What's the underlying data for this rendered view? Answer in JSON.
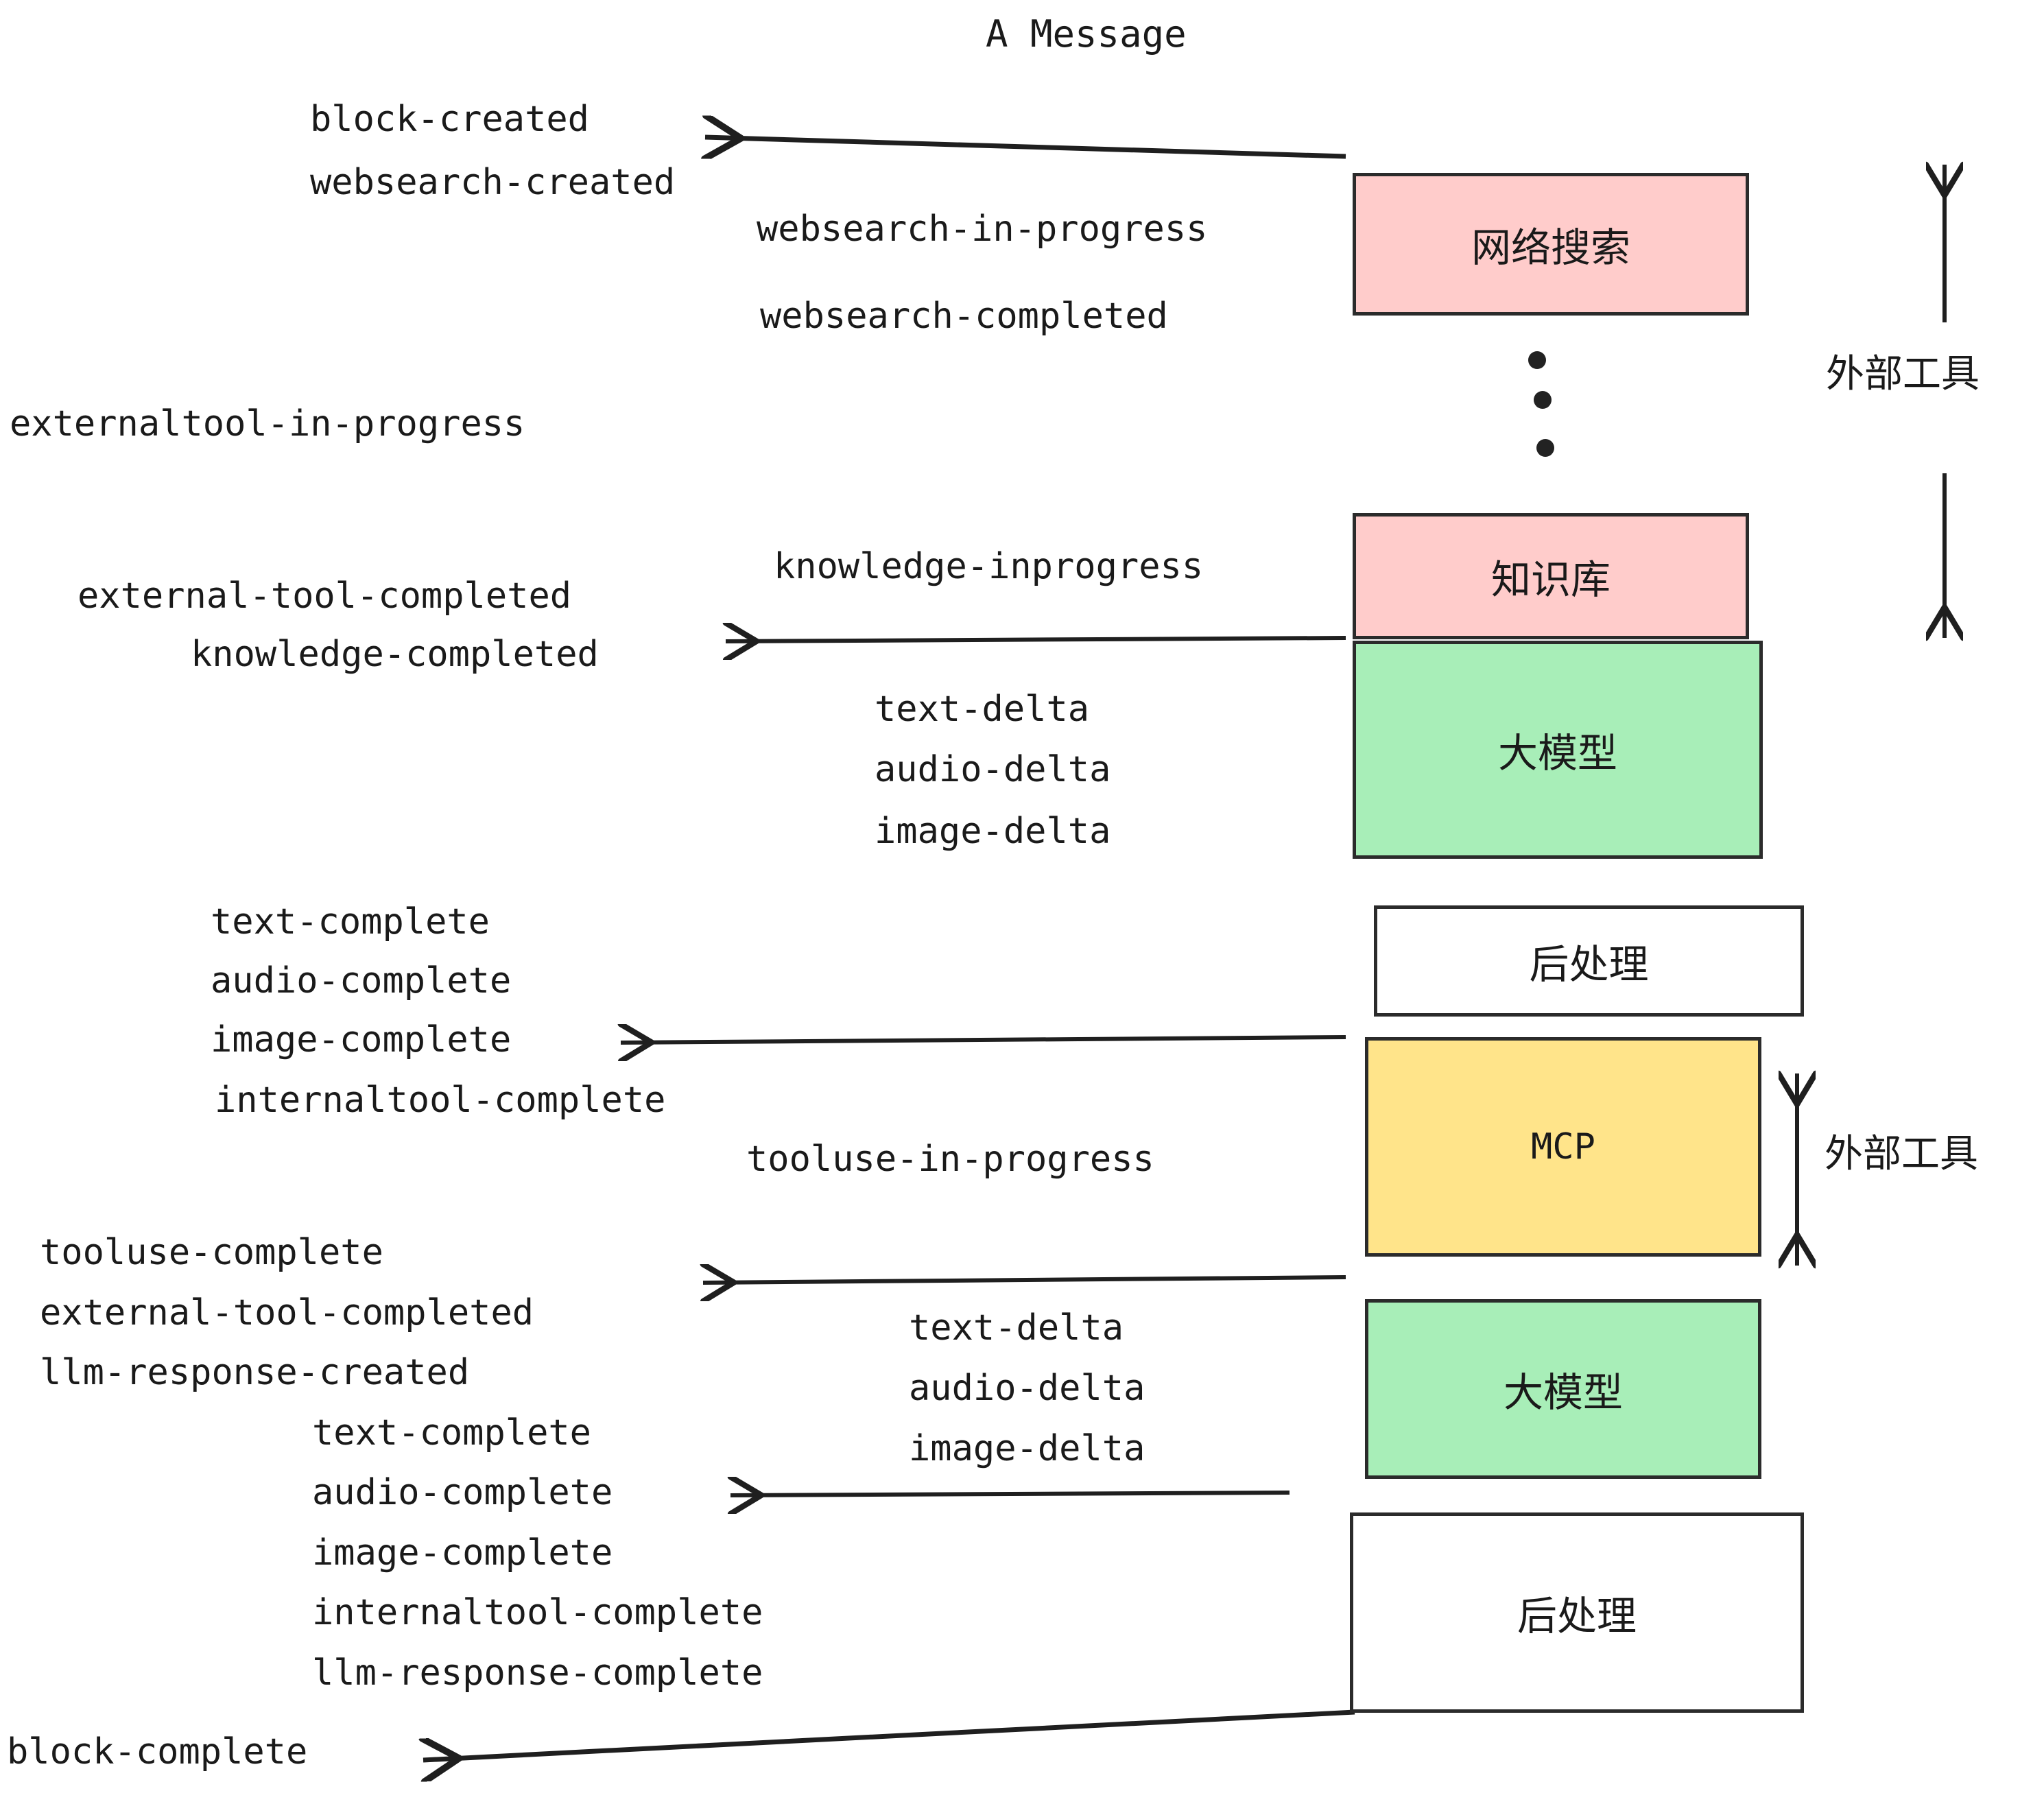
{
  "diagram": {
    "title": "A Message",
    "colors": {
      "pink": "#ffcccb",
      "green": "#a8eeb8",
      "yellow": "#ffe48a",
      "white": "#ffffff",
      "stroke": "#2b2b2b",
      "text": "#1a1a1a"
    },
    "boxes": [
      {
        "id": "websearch",
        "label": "网络搜索",
        "fill": "pink"
      },
      {
        "id": "knowledge",
        "label": "知识库",
        "fill": "pink"
      },
      {
        "id": "llm-1",
        "label": "大模型",
        "fill": "green"
      },
      {
        "id": "postproc-1",
        "label": "后处理",
        "fill": "white"
      },
      {
        "id": "mcp",
        "label": "MCP",
        "fill": "yellow"
      },
      {
        "id": "llm-2",
        "label": "大模型",
        "fill": "green"
      },
      {
        "id": "postproc-2",
        "label": "后处理",
        "fill": "white"
      }
    ],
    "side_labels": [
      {
        "id": "external-tools-top",
        "label": "外部工具"
      },
      {
        "id": "external-tools-bottom",
        "label": "外部工具"
      }
    ],
    "events": [
      {
        "id": "block-created",
        "text": "block-created"
      },
      {
        "id": "websearch-created",
        "text": "websearch-created"
      },
      {
        "id": "websearch-in-progress",
        "text": "websearch-in-progress"
      },
      {
        "id": "websearch-completed",
        "text": "websearch-completed"
      },
      {
        "id": "externaltool-in-progress",
        "text": "externaltool-in-progress"
      },
      {
        "id": "knowledge-inprogress",
        "text": "knowledge-inprogress"
      },
      {
        "id": "external-tool-completed-1",
        "text": "external-tool-completed"
      },
      {
        "id": "knowledge-completed",
        "text": "knowledge-completed"
      },
      {
        "id": "text-delta-1",
        "text": "text-delta"
      },
      {
        "id": "audio-delta-1",
        "text": "audio-delta"
      },
      {
        "id": "image-delta-1",
        "text": "image-delta"
      },
      {
        "id": "text-complete-1",
        "text": "text-complete"
      },
      {
        "id": "audio-complete-1",
        "text": "audio-complete"
      },
      {
        "id": "image-complete-1",
        "text": "image-complete"
      },
      {
        "id": "internaltool-complete-1",
        "text": "internaltool-complete"
      },
      {
        "id": "tooluse-in-progress",
        "text": "tooluse-in-progress"
      },
      {
        "id": "tooluse-complete",
        "text": "tooluse-complete"
      },
      {
        "id": "external-tool-completed-2",
        "text": "external-tool-completed"
      },
      {
        "id": "llm-response-created",
        "text": "llm-response-created"
      },
      {
        "id": "text-delta-2",
        "text": "text-delta"
      },
      {
        "id": "audio-delta-2",
        "text": "audio-delta"
      },
      {
        "id": "image-delta-2",
        "text": "image-delta"
      },
      {
        "id": "text-complete-2",
        "text": "text-complete"
      },
      {
        "id": "audio-complete-2",
        "text": "audio-complete"
      },
      {
        "id": "image-complete-2",
        "text": "image-complete"
      },
      {
        "id": "internaltool-complete-2",
        "text": "internaltool-complete"
      },
      {
        "id": "llm-response-complete",
        "text": "llm-response-complete"
      },
      {
        "id": "block-complete",
        "text": "block-complete"
      }
    ]
  }
}
